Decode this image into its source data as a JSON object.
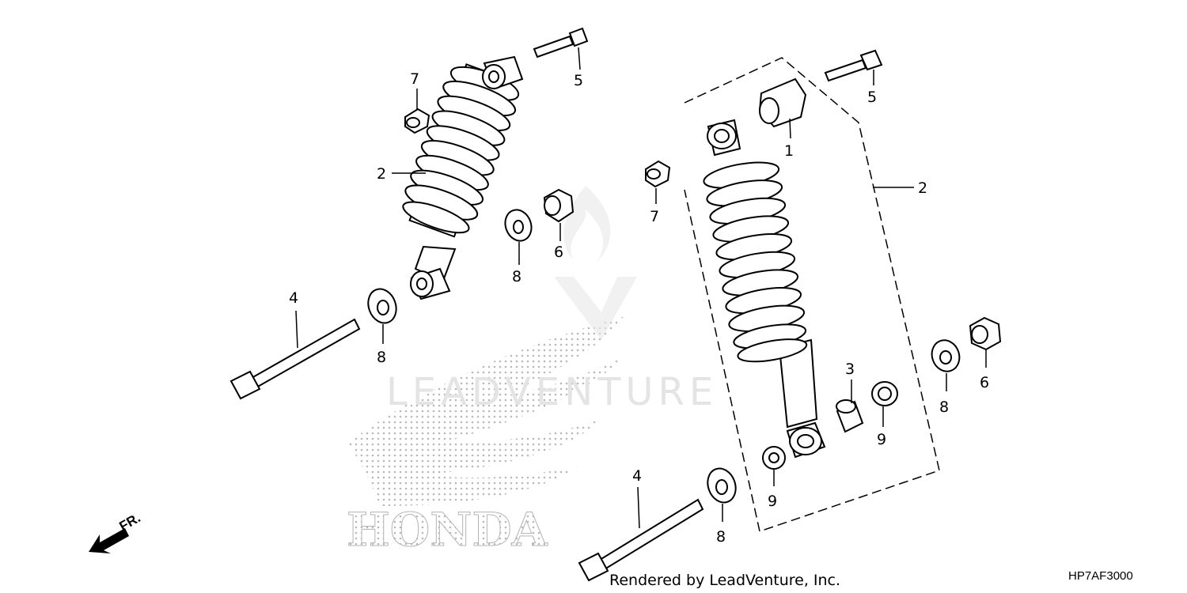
{
  "diagram": {
    "callouts": {
      "left_nut_top": "7",
      "left_shock": "2",
      "left_bolt_top": "5",
      "left_washer_mid": "8",
      "left_nut_mid": "6",
      "left_bolt_bottom": "4",
      "left_washer_bottom": "8",
      "right_nut_top": "7",
      "right_bushing_top": "1",
      "right_bolt_top": "5",
      "right_shock": "2",
      "right_collar": "3",
      "right_seal_a": "9",
      "right_seal_b": "9",
      "right_washer_side": "8",
      "right_nut_side": "6",
      "right_bolt_bottom": "4",
      "right_washer_bottom": "8"
    },
    "front_indicator": "FR.",
    "footer_credit": "Rendered by LeadVenture, Inc.",
    "diagram_code": "HP7AF3000",
    "watermark_brand": "HONDA",
    "watermark_text": "LEADVENTURE"
  },
  "colors": {
    "ink": "#000000",
    "background": "#ffffff",
    "watermark": "#e4e4e4"
  }
}
